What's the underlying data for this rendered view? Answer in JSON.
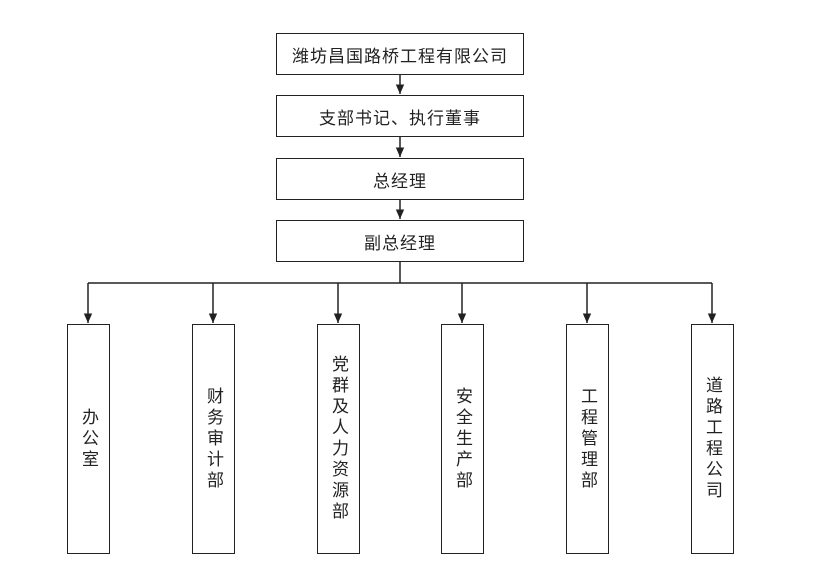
{
  "diagram": {
    "levels": [
      {
        "id": "company",
        "label": "潍坊昌国路桥工程有限公司"
      },
      {
        "id": "secretary",
        "label": "支部书记、执行董事"
      },
      {
        "id": "gm",
        "label": "总经理"
      },
      {
        "id": "deputy-gm",
        "label": "副总经理"
      }
    ],
    "departments": [
      {
        "id": "office",
        "label": "办公室"
      },
      {
        "id": "finance-audit",
        "label": "财务审计部"
      },
      {
        "id": "party-hr",
        "label": "党群及人力资源部"
      },
      {
        "id": "safety-production",
        "label": "安全生产部"
      },
      {
        "id": "engineering-mgmt",
        "label": "工程管理部"
      },
      {
        "id": "road-engineering",
        "label": "道路工程公司"
      }
    ],
    "colors": {
      "stroke": "#222222",
      "background": "#ffffff"
    }
  }
}
